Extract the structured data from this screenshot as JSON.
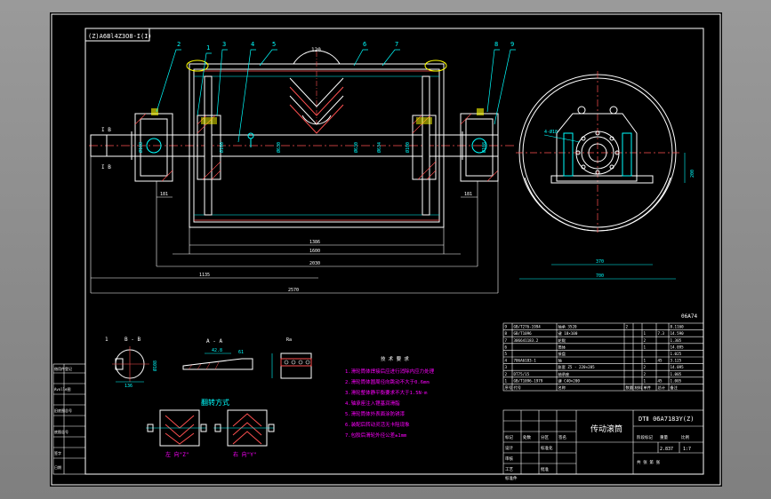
{
  "colors": {
    "background": "#8c8c8c",
    "sheet": "#000000",
    "frame": "#ffffff",
    "outline": "#ffffff",
    "dimension": "#00ffff",
    "centerline": "#ff5050",
    "notes": "#ff00ff",
    "hatch": "#ff5050",
    "part": "#ffff00",
    "balloon": "#ffff00"
  },
  "header": {
    "code": "(Z)A6Bl4Z3O8-I(I)"
  },
  "balloons": [
    "2",
    "1",
    "3",
    "4",
    "5",
    "6",
    "7",
    "8",
    "9"
  ],
  "main_view": {
    "angle": "120",
    "diameters": [
      "Ø108",
      "Ø100",
      "Ø630",
      "Ø630",
      "Ø634",
      "Ø100",
      "Ø108"
    ],
    "shaft_label_top": "I B",
    "shaft_label_bottom": "I B",
    "dims": {
      "d1386": "1386",
      "d1600": "1600",
      "d2030": "2030",
      "d1135": "1135",
      "d2570": "2570",
      "d181l": "181",
      "d181r": "181"
    }
  },
  "side_view": {
    "hole_label": "4-Ø18",
    "height": "200",
    "d370": "370",
    "d700": "700"
  },
  "section_b": {
    "title": "B - B",
    "dim": "Ø108",
    "width": "136",
    "balloon": "1"
  },
  "section_a": {
    "title": "A - A",
    "dim1": "42.8",
    "dim2": "61"
  },
  "weld_label": "Ra",
  "hatch_title": "翻转方式",
  "hatch_labels": [
    "左 向\"Z\"",
    "右 向\"Y\""
  ],
  "notes": {
    "title": "技 术 要 求",
    "lines": [
      "1.滑轮筒体焊接后应进行消除内应力处理",
      "2.滑轮筒体圆周径向跳动不大于0.6mm",
      "3.滑轮整体静平衡要求不大于1.5N·m",
      "4.轴承座注入锂基润滑脂",
      "5.滑轮筒体外表面涂防锈漆",
      "6.装配后转动灵活无卡阻现象",
      "7.包胶后滑轮外径公差±1mm"
    ]
  },
  "bom": {
    "rows": [
      {
        "no": "9",
        "code": "GB/T276-1994",
        "name": "轴承 3520",
        "qty": "2",
        "mat": "",
        "w1": "",
        "w2": "",
        "note": "8.1160"
      },
      {
        "no": "8",
        "code": "GB/T1096",
        "name": "键 18×100",
        "qty": "",
        "mat": "",
        "w1": "1",
        "w2": "7.3",
        "note": "14.590"
      },
      {
        "no": "7",
        "code": "306641183.2",
        "name": "轮毂",
        "qty": "",
        "mat": "",
        "w1": "2",
        "w2": "",
        "note": "1.305"
      },
      {
        "no": "6",
        "code": "",
        "name": "筒体",
        "qty": "",
        "mat": "",
        "w1": "1",
        "w2": "",
        "note": "14.095"
      },
      {
        "no": "5",
        "code": "",
        "name": "接盘",
        "qty": "",
        "mat": "",
        "w1": "",
        "w2": "",
        "note": "1.025"
      },
      {
        "no": "4",
        "code": "706A6183-1",
        "name": "轴",
        "qty": "",
        "mat": "",
        "w1": "1",
        "w2": "45",
        "note": "3.125"
      },
      {
        "no": "3",
        "code": "",
        "name": "胀套 Z5 - 220×285",
        "qty": "",
        "mat": "",
        "w1": "2",
        "w2": "",
        "note": "14.095"
      },
      {
        "no": "2",
        "code": "DT75/15",
        "name": "轴承座",
        "qty": "",
        "mat": "",
        "w1": "2",
        "w2": "",
        "note": "1.005"
      },
      {
        "no": "1",
        "code": "GB/T1096-1979",
        "name": "键 C40×200",
        "qty": "",
        "mat": "",
        "w1": "1",
        "w2": "45",
        "note": "1.005"
      }
    ],
    "header": [
      "序号",
      "代号",
      "名称",
      "数量",
      "材料",
      "单件",
      "总计",
      "备注"
    ]
  },
  "title_block": {
    "name": "传动滚筒",
    "drawing_no": "DTⅡ 06A7183Y(Z)",
    "ref": "06A74",
    "weight": "2.837",
    "scale": "1:7",
    "labels": [
      "标记",
      "处数",
      "分区",
      "更改文件号",
      "签名",
      "年月日",
      "设计",
      "标准化",
      "审核",
      "工艺",
      "批准",
      "阶段标记",
      "重量",
      "比例",
      "共",
      "张",
      "第",
      "张"
    ],
    "scale_label": "比例",
    "sheet_label": "共 张 第 张"
  },
  "left_strip": {
    "labels": [
      "借用件登记",
      "旧底图总号",
      "底图总号",
      "签字",
      "日期"
    ],
    "sub": "Avolle图"
  },
  "footer_label": "标准件"
}
